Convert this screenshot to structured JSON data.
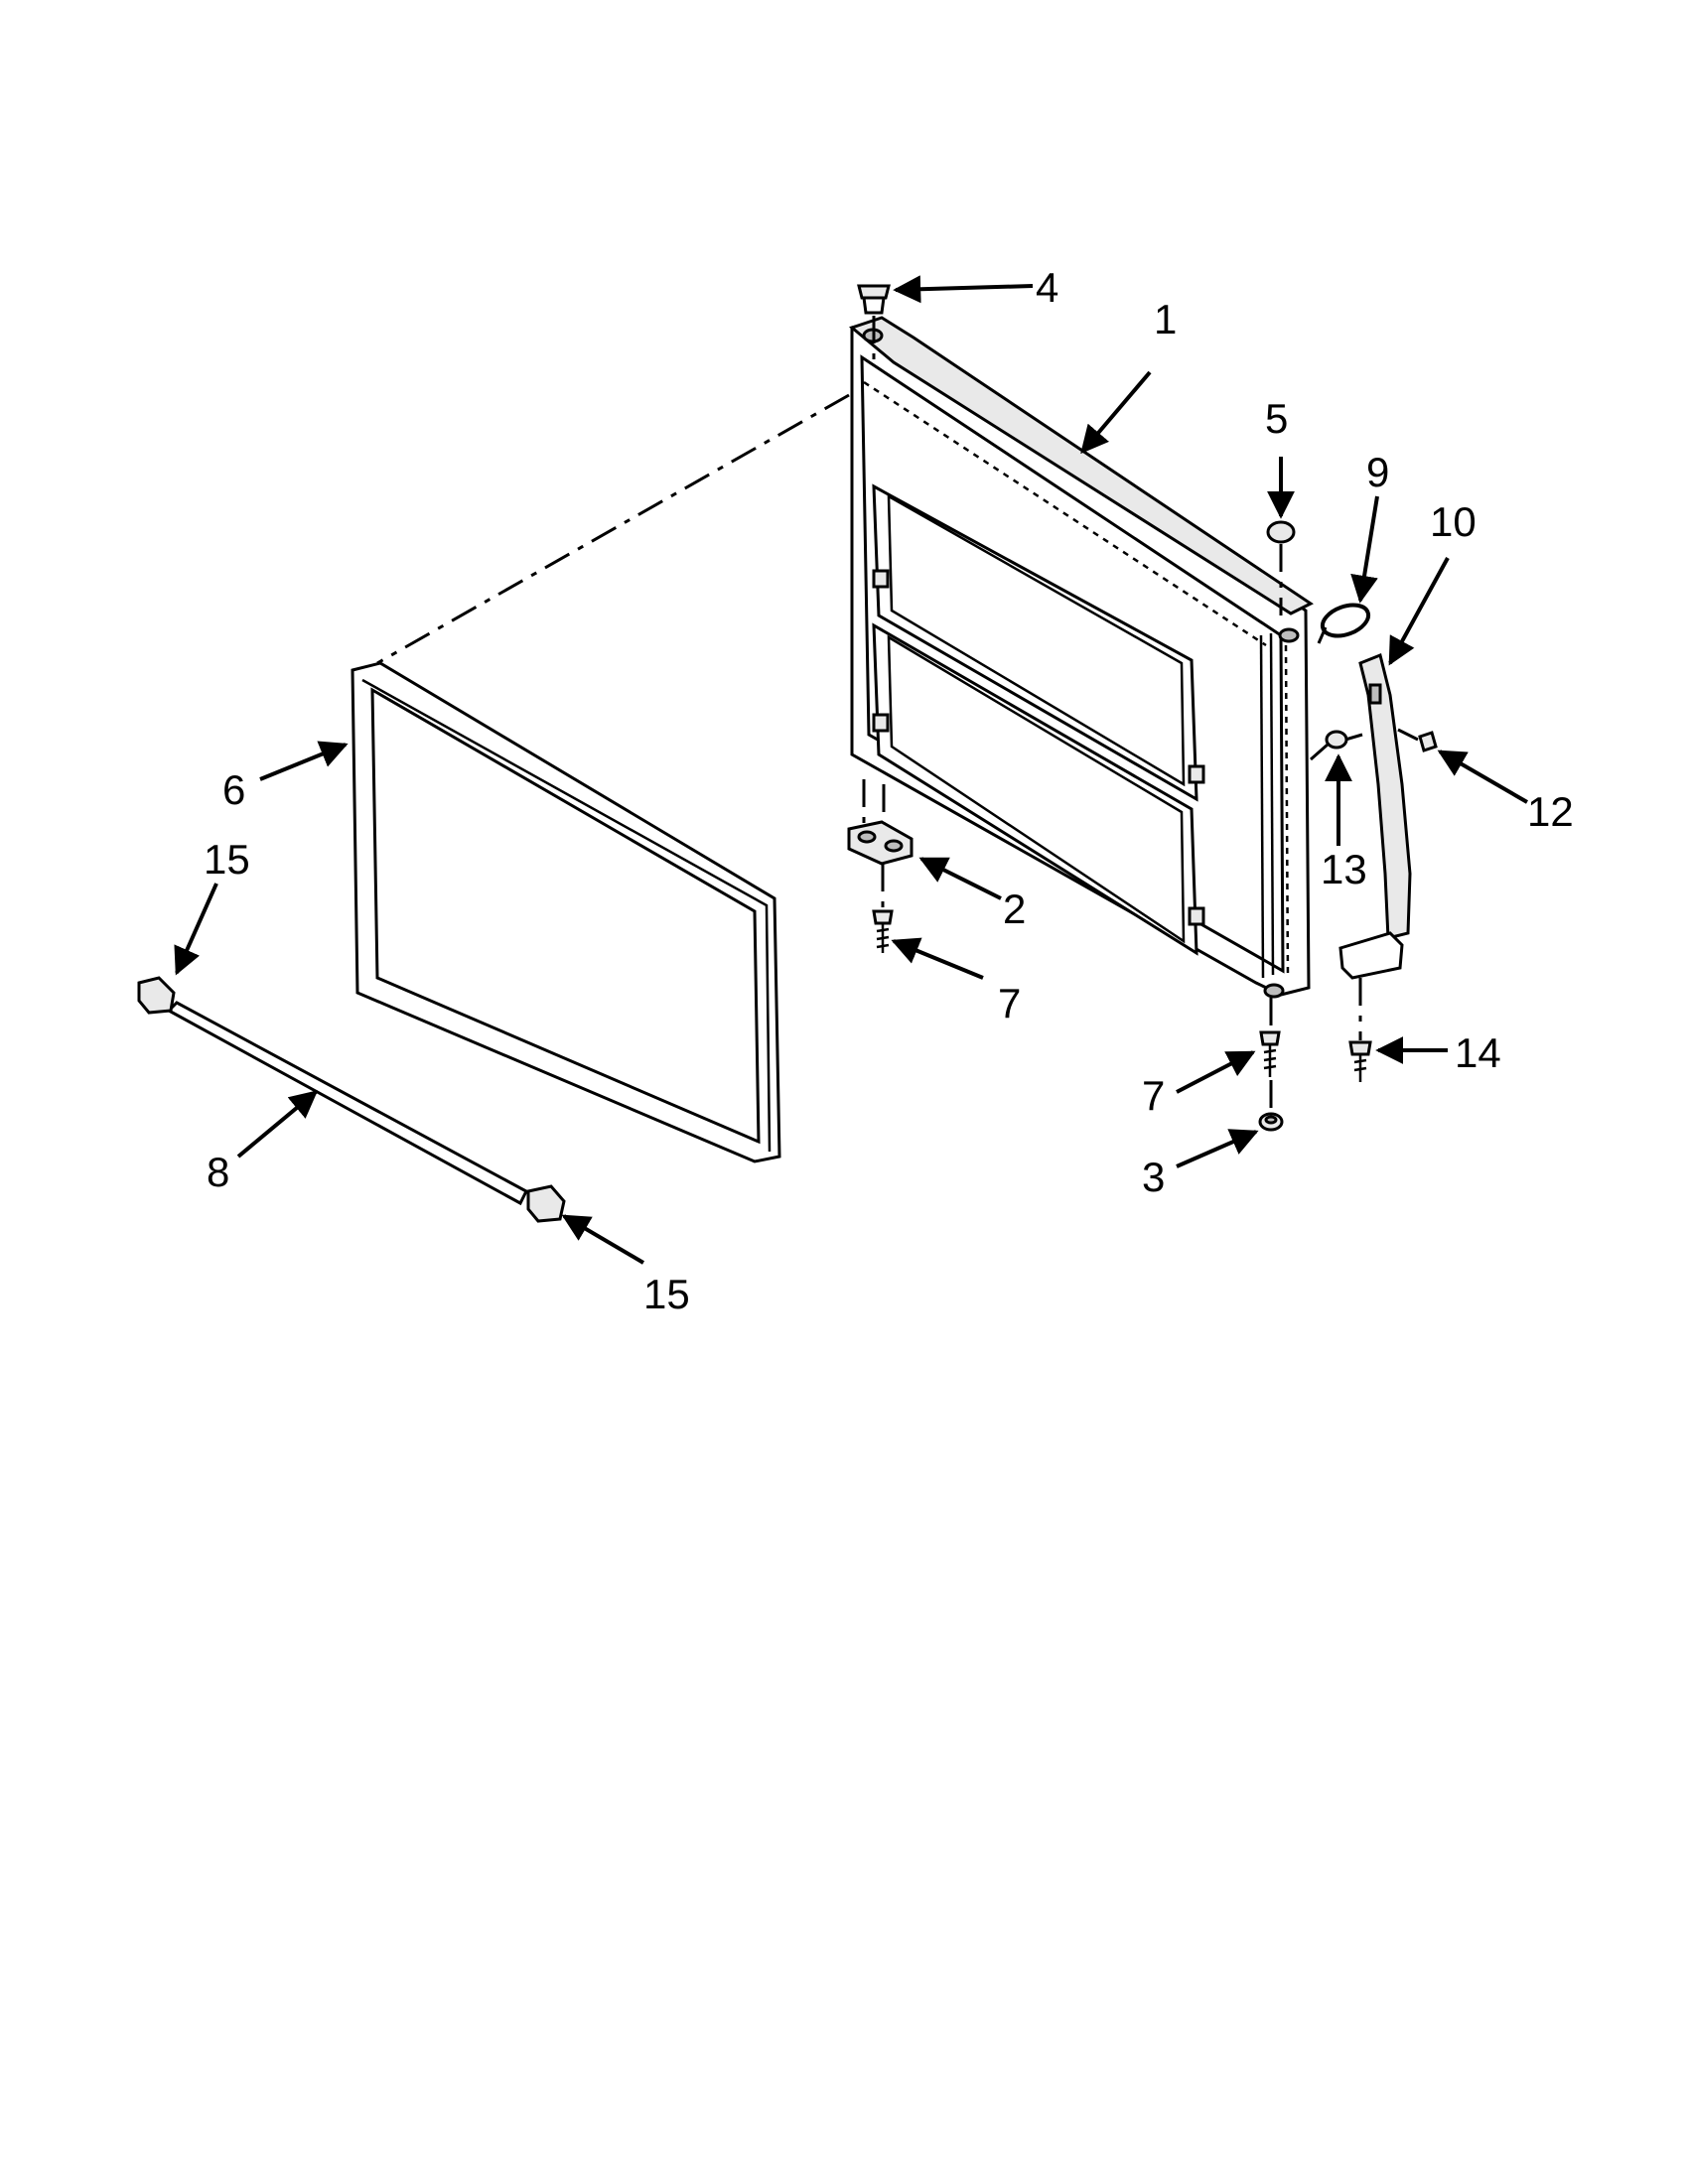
{
  "callouts": [
    {
      "id": "c4",
      "label": "4"
    },
    {
      "id": "c1",
      "label": "1"
    },
    {
      "id": "c5",
      "label": "5"
    },
    {
      "id": "c9",
      "label": "9"
    },
    {
      "id": "c10",
      "label": "10"
    },
    {
      "id": "c6",
      "label": "6"
    },
    {
      "id": "c15a",
      "label": "15"
    },
    {
      "id": "c2",
      "label": "2"
    },
    {
      "id": "c12",
      "label": "12"
    },
    {
      "id": "c13",
      "label": "13"
    },
    {
      "id": "c7a",
      "label": "7"
    },
    {
      "id": "c14",
      "label": "14"
    },
    {
      "id": "c7b",
      "label": "7"
    },
    {
      "id": "c3",
      "label": "3"
    },
    {
      "id": "c8",
      "label": "8"
    },
    {
      "id": "c15b",
      "label": "15"
    }
  ],
  "colors": {
    "ink": "#000000",
    "paper": "#ffffff",
    "shade": "#bdbdbd"
  }
}
